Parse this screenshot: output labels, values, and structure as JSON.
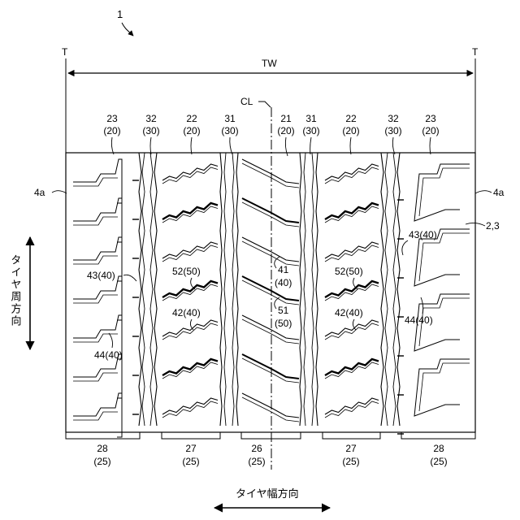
{
  "figure": {
    "ref_number": "1",
    "edge_left": "T",
    "edge_right": "T",
    "tread_width": "TW",
    "centerline": "CL",
    "surface_left": "4a",
    "surface_right": "4a",
    "tread_ref": "2,3",
    "circumferential_direction": "タイヤ周方向",
    "width_direction": "タイヤ幅方向"
  },
  "top_labels": [
    {
      "num": "23",
      "sub": "(20)"
    },
    {
      "num": "32",
      "sub": "(30)"
    },
    {
      "num": "22",
      "sub": "(20)"
    },
    {
      "num": "31",
      "sub": "(30)"
    },
    {
      "num": "21",
      "sub": "(20)"
    },
    {
      "num": "31",
      "sub": "(30)"
    },
    {
      "num": "22",
      "sub": "(20)"
    },
    {
      "num": "32",
      "sub": "(30)"
    },
    {
      "num": "23",
      "sub": "(20)"
    }
  ],
  "bottom_labels": [
    {
      "num": "28",
      "sub": "(25)"
    },
    {
      "num": "27",
      "sub": "(25)"
    },
    {
      "num": "26",
      "sub": "(25)"
    },
    {
      "num": "27",
      "sub": "(25)"
    },
    {
      "num": "28",
      "sub": "(25)"
    }
  ],
  "callouts": {
    "left_43": "43(40)",
    "left_44": "44(40)",
    "left_52": "52(50)",
    "left_42": "42(40)",
    "center_41": "41",
    "center_41_sub": "(40)",
    "center_51": "51",
    "center_51_sub": "(50)",
    "right_52": "52(50)",
    "right_42": "42(40)",
    "right_43": "43(40)",
    "right_44": "44(40)"
  }
}
